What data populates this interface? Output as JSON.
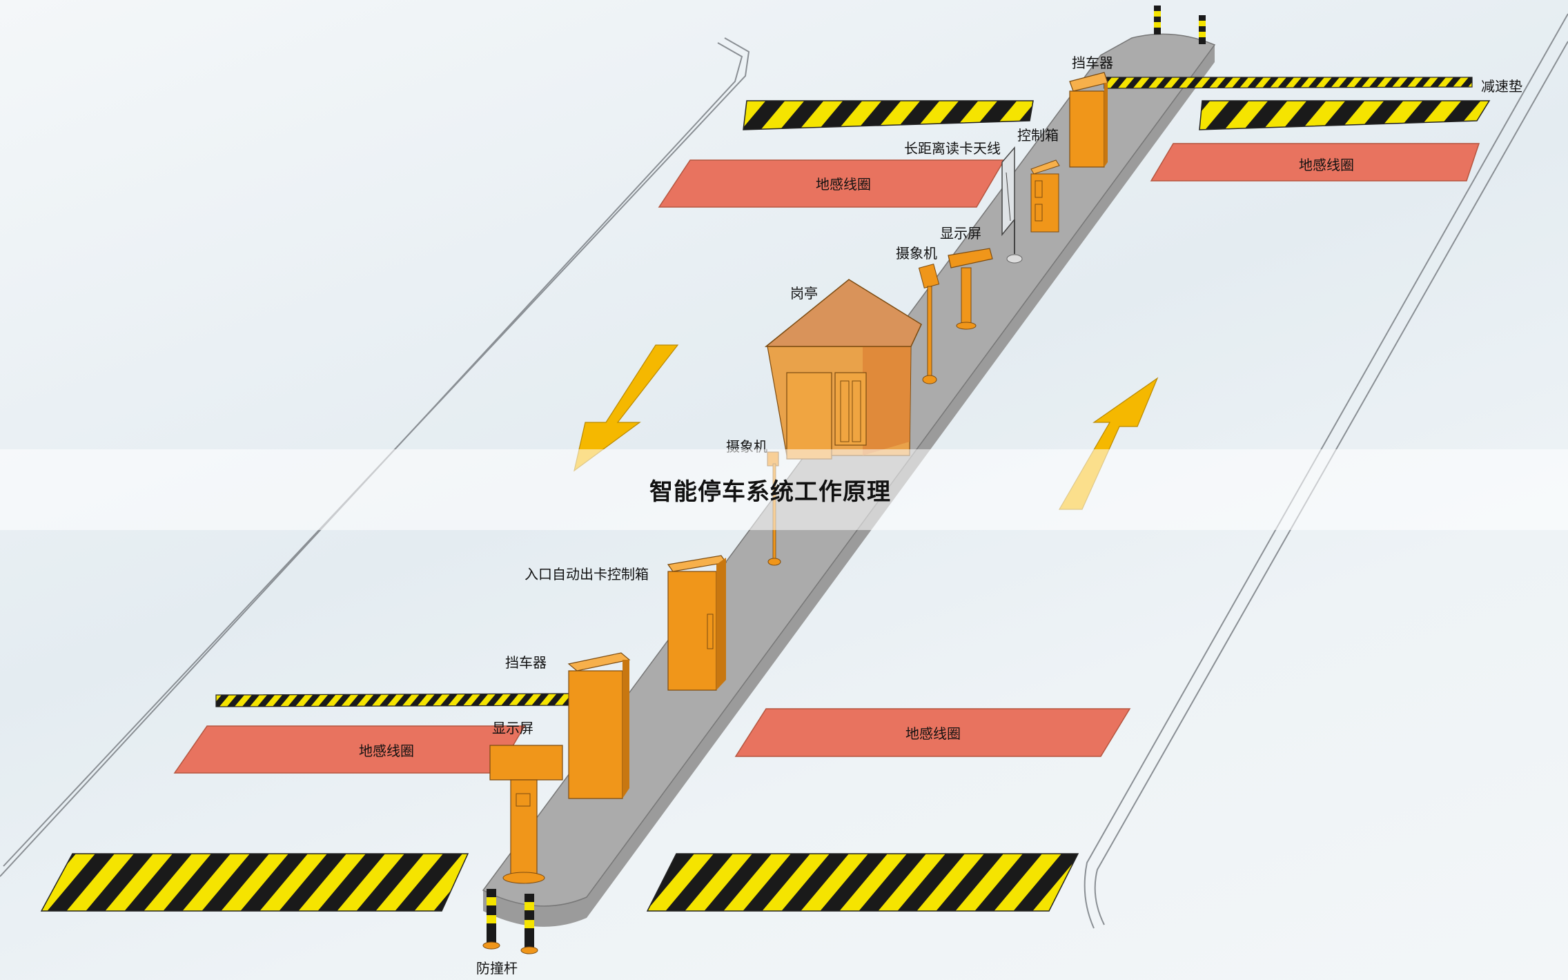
{
  "title": "智能停车系统工作原理",
  "labels": {
    "barrier_top": "挡车器",
    "speed_bump": "减速垫",
    "control_box": "控制箱",
    "antenna": "长距离读卡天线",
    "display_top": "显示屏",
    "camera_top": "摄象机",
    "booth": "岗亭",
    "camera_mid": "摄象机",
    "entry_box": "入口自动出卡控制箱",
    "barrier_bottom": "挡车器",
    "display_bottom": "显示屏",
    "bollard": "防撞杆",
    "loop_top_left": "地感线圈",
    "loop_top_right": "地感线圈",
    "loop_bottom_left": "地感线圈",
    "loop_bottom_right": "地感线圈"
  },
  "colors": {
    "island": "#a9a9a9",
    "equipment": "#f0961a",
    "loop": "#e8735f",
    "stripe_yellow": "#f5e400",
    "stripe_black": "#1a1a1a",
    "arrow": "#f5b800",
    "booth_roof": "#d9935a",
    "booth_body": "#e9a24a"
  }
}
